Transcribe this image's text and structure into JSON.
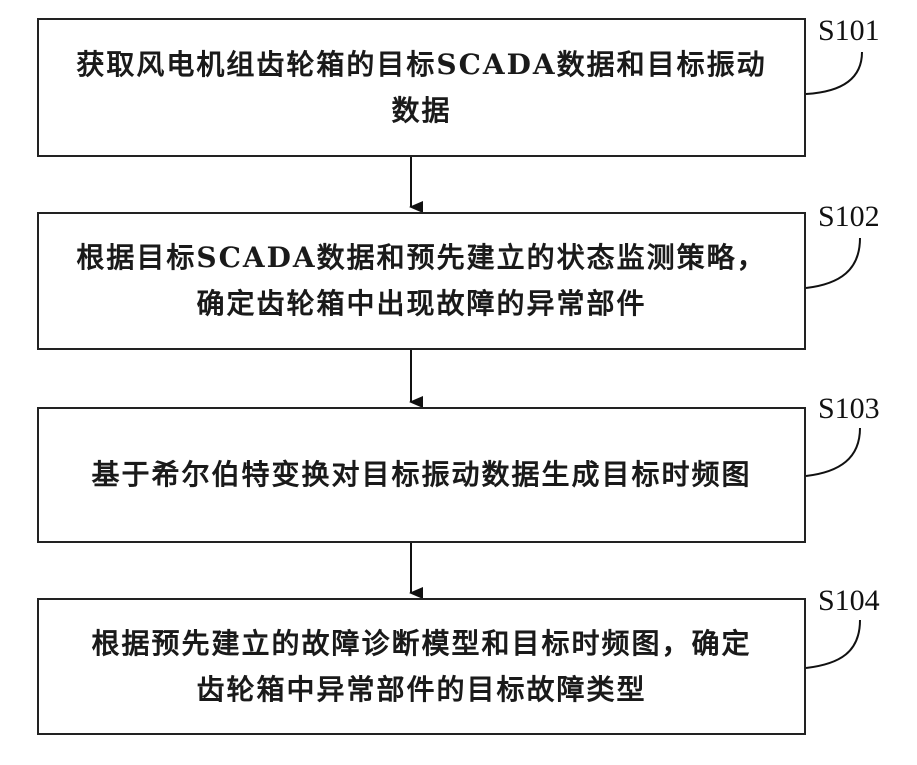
{
  "steps": [
    {
      "id": "S101",
      "lines": [
        "获取风电机组齿轮箱的目标SCADA数据和目标振动",
        "数据"
      ]
    },
    {
      "id": "S102",
      "lines": [
        "根据目标SCADA数据和预先建立的状态监测策略，",
        "确定齿轮箱中出现故障的异常部件"
      ]
    },
    {
      "id": "S103",
      "lines": [
        "基于希尔伯特变换对目标振动数据生成目标时频图"
      ]
    },
    {
      "id": "S104",
      "lines": [
        "根据预先建立的故障诊断模型和目标时频图，确定",
        "齿轮箱中异常部件的目标故障类型"
      ]
    }
  ]
}
